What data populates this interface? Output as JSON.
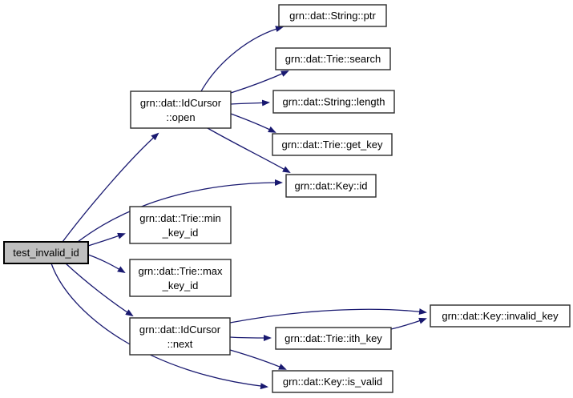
{
  "diagram": {
    "type": "call-graph",
    "colors": {
      "background": "#ffffff",
      "edge": "#191970",
      "node_border": "#2a2a2a",
      "node_fill": "#ffffff",
      "highlight_border": "#000000",
      "highlight_fill": "#bfbfbf",
      "text": "#000000"
    },
    "nodes": [
      {
        "id": "test_invalid_id",
        "lines": [
          "test_invalid_id"
        ],
        "highlighted": true
      },
      {
        "id": "idcursor_open",
        "lines": [
          "grn::dat::IdCursor",
          "::open"
        ],
        "highlighted": false
      },
      {
        "id": "string_ptr",
        "lines": [
          "grn::dat::String::ptr"
        ],
        "highlighted": false
      },
      {
        "id": "trie_search",
        "lines": [
          "grn::dat::Trie::search"
        ],
        "highlighted": false
      },
      {
        "id": "string_length",
        "lines": [
          "grn::dat::String::length"
        ],
        "highlighted": false
      },
      {
        "id": "trie_get_key",
        "lines": [
          "grn::dat::Trie::get_key"
        ],
        "highlighted": false
      },
      {
        "id": "key_id",
        "lines": [
          "grn::dat::Key::id"
        ],
        "highlighted": false
      },
      {
        "id": "trie_min_key_id",
        "lines": [
          "grn::dat::Trie::min",
          "_key_id"
        ],
        "highlighted": false
      },
      {
        "id": "trie_max_key_id",
        "lines": [
          "grn::dat::Trie::max",
          "_key_id"
        ],
        "highlighted": false
      },
      {
        "id": "idcursor_next",
        "lines": [
          "grn::dat::IdCursor",
          "::next"
        ],
        "highlighted": false
      },
      {
        "id": "key_invalid_key",
        "lines": [
          "grn::dat::Key::invalid_key"
        ],
        "highlighted": false
      },
      {
        "id": "trie_ith_key",
        "lines": [
          "grn::dat::Trie::ith_key"
        ],
        "highlighted": false
      },
      {
        "id": "key_is_valid",
        "lines": [
          "grn::dat::Key::is_valid"
        ],
        "highlighted": false
      }
    ],
    "edges": [
      {
        "from": "test_invalid_id",
        "to": "idcursor_open"
      },
      {
        "from": "test_invalid_id",
        "to": "key_id"
      },
      {
        "from": "test_invalid_id",
        "to": "trie_min_key_id"
      },
      {
        "from": "test_invalid_id",
        "to": "trie_max_key_id"
      },
      {
        "from": "test_invalid_id",
        "to": "idcursor_next"
      },
      {
        "from": "test_invalid_id",
        "to": "key_is_valid"
      },
      {
        "from": "idcursor_open",
        "to": "string_ptr"
      },
      {
        "from": "idcursor_open",
        "to": "trie_search"
      },
      {
        "from": "idcursor_open",
        "to": "string_length"
      },
      {
        "from": "idcursor_open",
        "to": "trie_get_key"
      },
      {
        "from": "idcursor_open",
        "to": "key_id"
      },
      {
        "from": "idcursor_next",
        "to": "key_invalid_key"
      },
      {
        "from": "idcursor_next",
        "to": "trie_ith_key"
      },
      {
        "from": "idcursor_next",
        "to": "key_is_valid"
      },
      {
        "from": "trie_ith_key",
        "to": "key_invalid_key"
      }
    ]
  }
}
